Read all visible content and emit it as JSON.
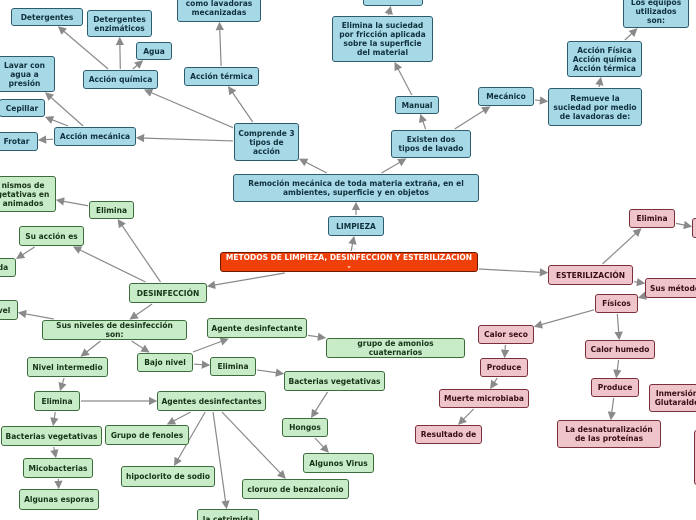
{
  "root": "MÉTODOS DE LIMPIEZA, DESINFECCIÓN Y ESTERILIZACIÓN -",
  "limpieza": {
    "title": "LIMPIEZA",
    "remocion": "Remoción mecánica de toda materia extraña, en el ambientes, superficie y en objetos",
    "comprende": "Comprende 3 tipos de acción",
    "accion_quimica": "Acción química",
    "detergentes": "Detergentes",
    "detergentes_enzimaticos": "Detergentes enzimáticos",
    "agua": "Agua",
    "accion_termica": "Acción térmica",
    "lavadoras": "como lavadoras mecanizadas",
    "accion_mecanica": "Acción mecánica",
    "lavar": "Lavar con agua a presión",
    "cepillar": "Cepillar",
    "frotar": "Frotar",
    "existen": "Existen dos tipos de lavado",
    "manual": "Manual",
    "elimina_suciedad": "Elimina la suciedad por fricción aplicada sobre la superficie del material",
    "mecanico": "Mecánico",
    "remueve": "Remueve la suciedad por medio de lavadoras de:",
    "accion_fisica": "Acción Física Acción química Acción térmica",
    "equipos": "Los equipos utilizados son:"
  },
  "desinfeccion": {
    "title": "DESINFECCIÓN",
    "elimina": "Elimina",
    "microorganismos": "nismos de getativas en animados",
    "accion_es": "Su acción es",
    "da": "da",
    "vel": "vel",
    "niveles": "Sus niveles de desinfección son:",
    "nivel_intermedio": "Nivel intermedio",
    "bajo_nivel": "Bajo nivel",
    "agente": "Agente desinfectante",
    "amonios": "grupo de amonios cuaternarios",
    "elimina_bajo": "Elimina",
    "bacterias_veg_bajo": "Bacterias vegetativas",
    "hongos": "Hongos",
    "algunos_virus": "Algunos Virus",
    "elimina_int": "Elimina",
    "agentes": "Agentes desinfectantes",
    "bacterias_veg_int": "Bacterias vegetativas",
    "micobacterias": "Micobacterias",
    "esporas": "Algunas esporas",
    "fenoles": "Grupo de fenoles",
    "hipoclorito": "hipoclorito de sodio",
    "benzalconio": "cloruro de benzalconio",
    "cetrimida": "la cetrimida"
  },
  "esterilizacion": {
    "title": "ESTERILIZACIÓN",
    "elimina": "Elimina",
    "metodos": "Sus método",
    "fisicos": "Físicos",
    "calor_seco": "Calor seco",
    "produce_seco": "Produce",
    "muerte": "Muerte microbiaba",
    "resultado": "Resultado de",
    "calor_humedo": "Calor humedo",
    "produce_humedo": "Produce",
    "desnaturalizacion": "La desnaturalización de las proteínas",
    "inmersion": "Inmersión Glutaralde"
  }
}
